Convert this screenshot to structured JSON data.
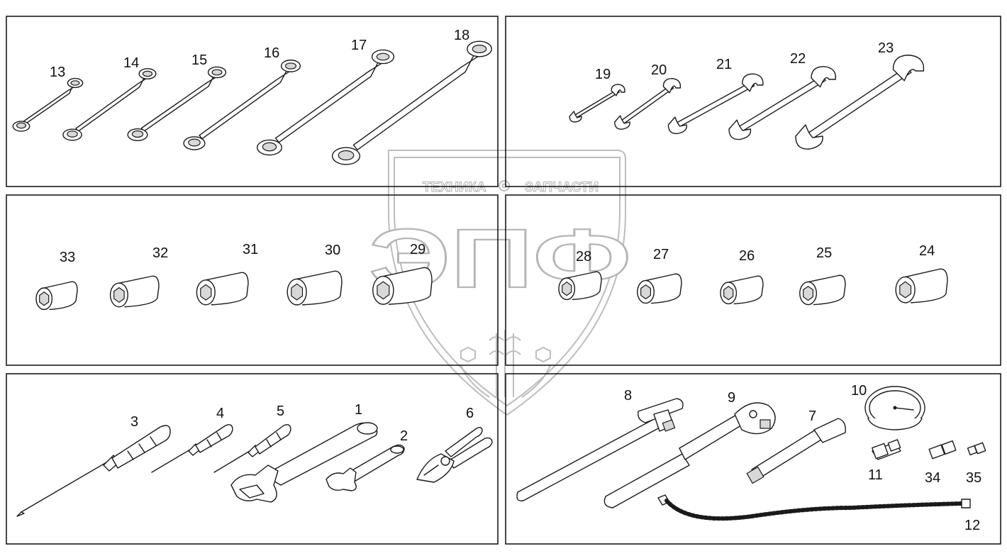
{
  "watermark": {
    "left_text": "ТЕХНИКА",
    "right_text": "ЗАПЧАСТИ",
    "logo_text": "ЭПФ"
  },
  "panels": [
    {
      "id": "ring-wrenches",
      "callouts": [
        "13",
        "14",
        "15",
        "16",
        "17",
        "18"
      ]
    },
    {
      "id": "open-wrenches",
      "callouts": [
        "19",
        "20",
        "21",
        "22",
        "23"
      ]
    },
    {
      "id": "sockets-left",
      "callouts": [
        "33",
        "32",
        "31",
        "30",
        "29"
      ]
    },
    {
      "id": "sockets-right",
      "callouts": [
        "28",
        "27",
        "26",
        "25",
        "24"
      ]
    },
    {
      "id": "hand-tools",
      "callouts": [
        "3",
        "4",
        "5",
        "1",
        "2",
        "6"
      ]
    },
    {
      "id": "drive-tools",
      "callouts": [
        "8",
        "9",
        "7",
        "10",
        "11",
        "34",
        "35",
        "12"
      ]
    }
  ]
}
